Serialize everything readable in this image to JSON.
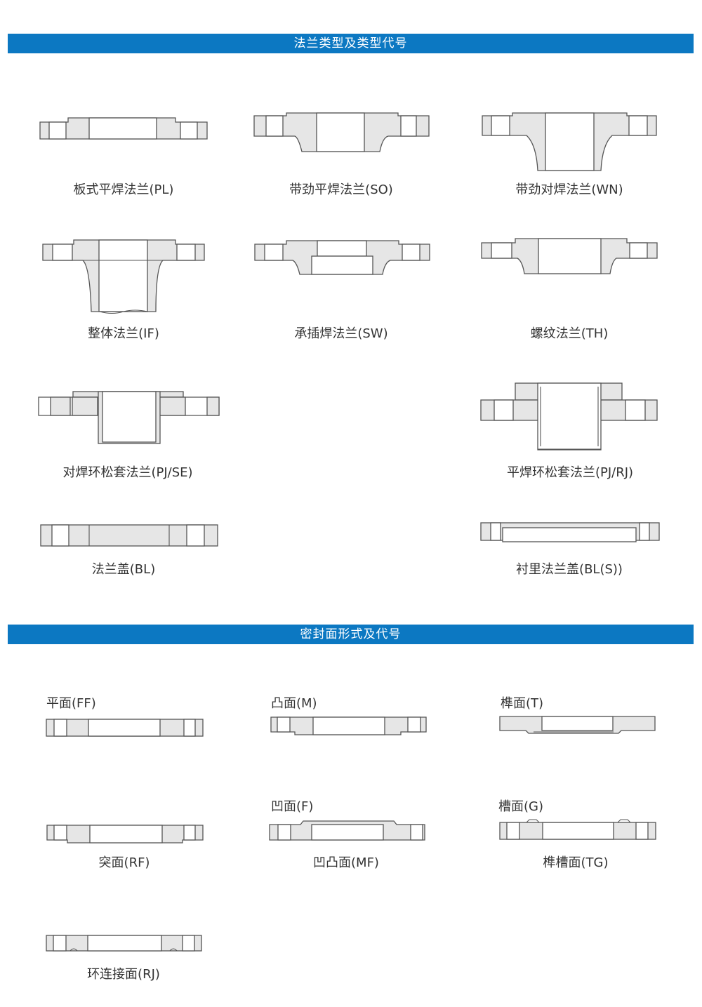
{
  "sections": [
    {
      "title": "法兰类型及类型代号"
    },
    {
      "title": "密封面形式及代号"
    }
  ],
  "flange_types": [
    {
      "label": "板式平焊法兰(PL)"
    },
    {
      "label": "带劲平焊法兰(SO)"
    },
    {
      "label": "带劲对焊法兰(WN)"
    },
    {
      "label": "整体法兰(IF)"
    },
    {
      "label": "承插焊法兰(SW)"
    },
    {
      "label": "螺纹法兰(TH)"
    },
    {
      "label": "对焊环松套法兰(PJ/SE)"
    },
    {
      "label": "平焊环松套法兰(PJ/RJ)"
    },
    {
      "label": "法兰盖(BL)"
    },
    {
      "label": "衬里法兰盖(BL(S))"
    }
  ],
  "seal_faces": [
    {
      "label": "平面(FF)"
    },
    {
      "label": "凸面(M)"
    },
    {
      "label": "榫面(T)"
    },
    {
      "label": "凹面(F)"
    },
    {
      "label": "槽面(G)"
    },
    {
      "label": "突面(RF)"
    },
    {
      "label": "凹凸面(MF)"
    },
    {
      "label": "榫槽面(TG)"
    },
    {
      "label": "环连接面(RJ)"
    }
  ],
  "colors": {
    "accent": "#0c78c2",
    "fill": "#e6e6e6",
    "stroke": "#555555",
    "text": "#333333"
  }
}
